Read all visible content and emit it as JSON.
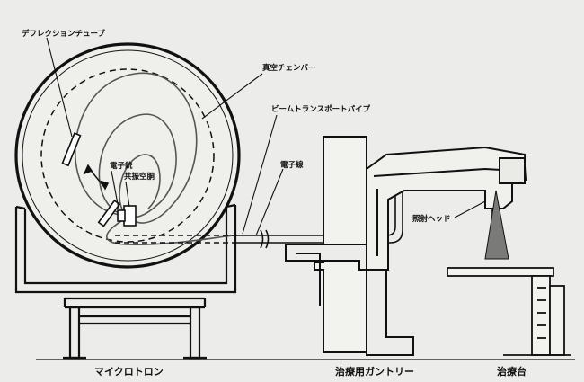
{
  "labels": {
    "deflection_tube": "デフレクションチューブ",
    "vacuum_chamber": "真空チェンバー",
    "beam_transport_pipe": "ビームトランスポートパイプ",
    "electron_beam": "電子線",
    "electron_gun": "電子銃",
    "resonant_cavity": "共振空胴",
    "irradiation_head": "照射ヘッド",
    "microtron": "マイクロトロン",
    "treatment_gantry": "治療用ガントリー",
    "treatment_couch": "治療台"
  }
}
